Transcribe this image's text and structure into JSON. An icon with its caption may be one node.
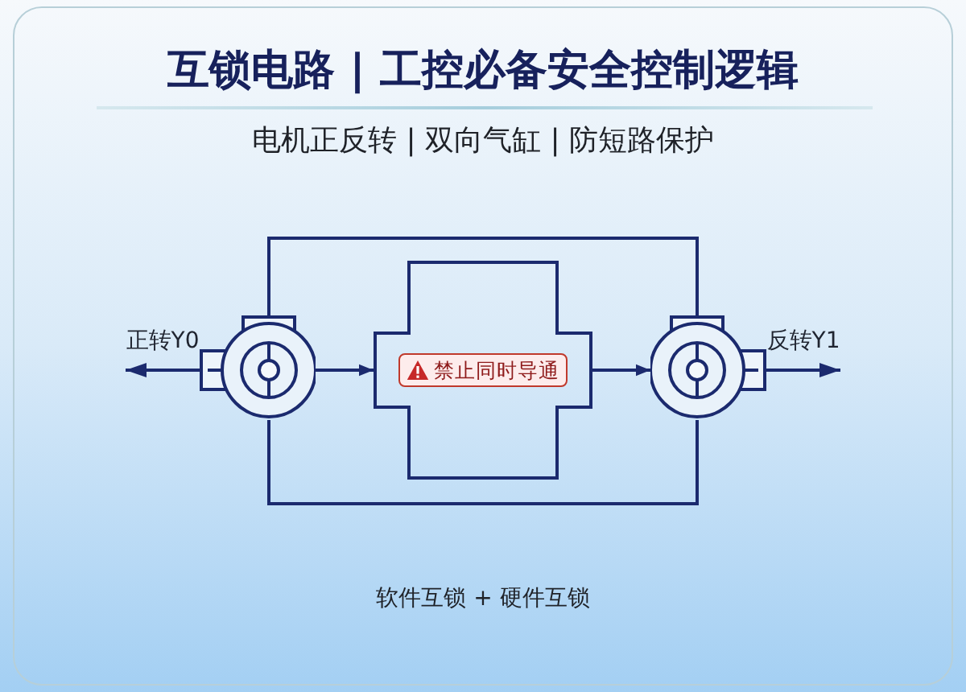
{
  "diagram": {
    "title": "互锁电路 | 工控必备安全控制逻辑",
    "nodes": [
      {
        "text": [],
        "shape": "circle"
      },
      {
        "text": [],
        "shape": "cross"
      },
      {
        "text": [
          "禁止同时导通"
        ],
        "in": 1
      },
      {
        "text": [],
        "shape": "circle"
      }
    ],
    "edges": [
      {
        "from": 0,
        "to": 1,
        "arrow": "to"
      },
      {
        "from": 1,
        "to": 3,
        "arrow": "to"
      },
      {
        "from": 0,
        "to": 3,
        "arrow": "none"
      },
      {
        "from": 0,
        "to": 3,
        "arrow": "none"
      },
      {
        "from": 0,
        "to": null,
        "arrow": "to",
        "label": "正转Y0"
      },
      {
        "from": 3,
        "to": null,
        "arrow": "to",
        "label": "反转Y1"
      }
    ],
    "labels": [
      "电机正反转 | 双向气缸 | 防短路保护",
      "软件互锁 + 硬件互锁"
    ]
  }
}
